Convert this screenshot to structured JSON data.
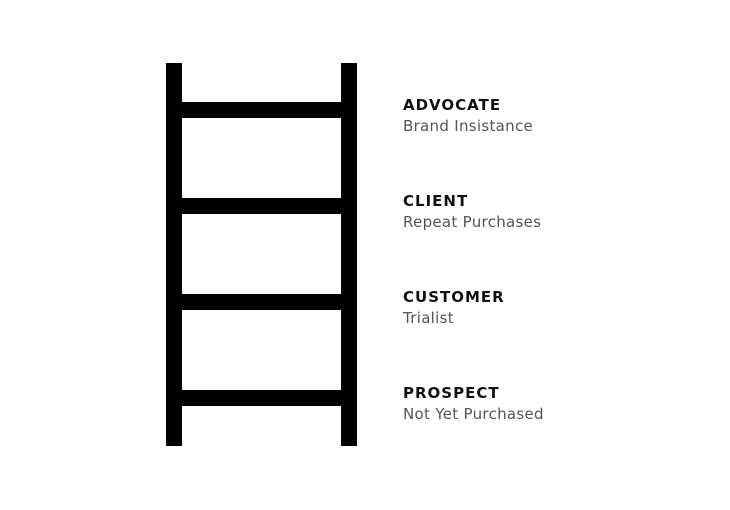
{
  "stages": [
    {
      "title": "ADVOCATE",
      "subtitle": "Brand Insistance"
    },
    {
      "title": "CLIENT",
      "subtitle": "Repeat Purchases"
    },
    {
      "title": "CUSTOMER",
      "subtitle": "Trialist"
    },
    {
      "title": "PROSPECT",
      "subtitle": "Not Yet Purchased"
    }
  ]
}
